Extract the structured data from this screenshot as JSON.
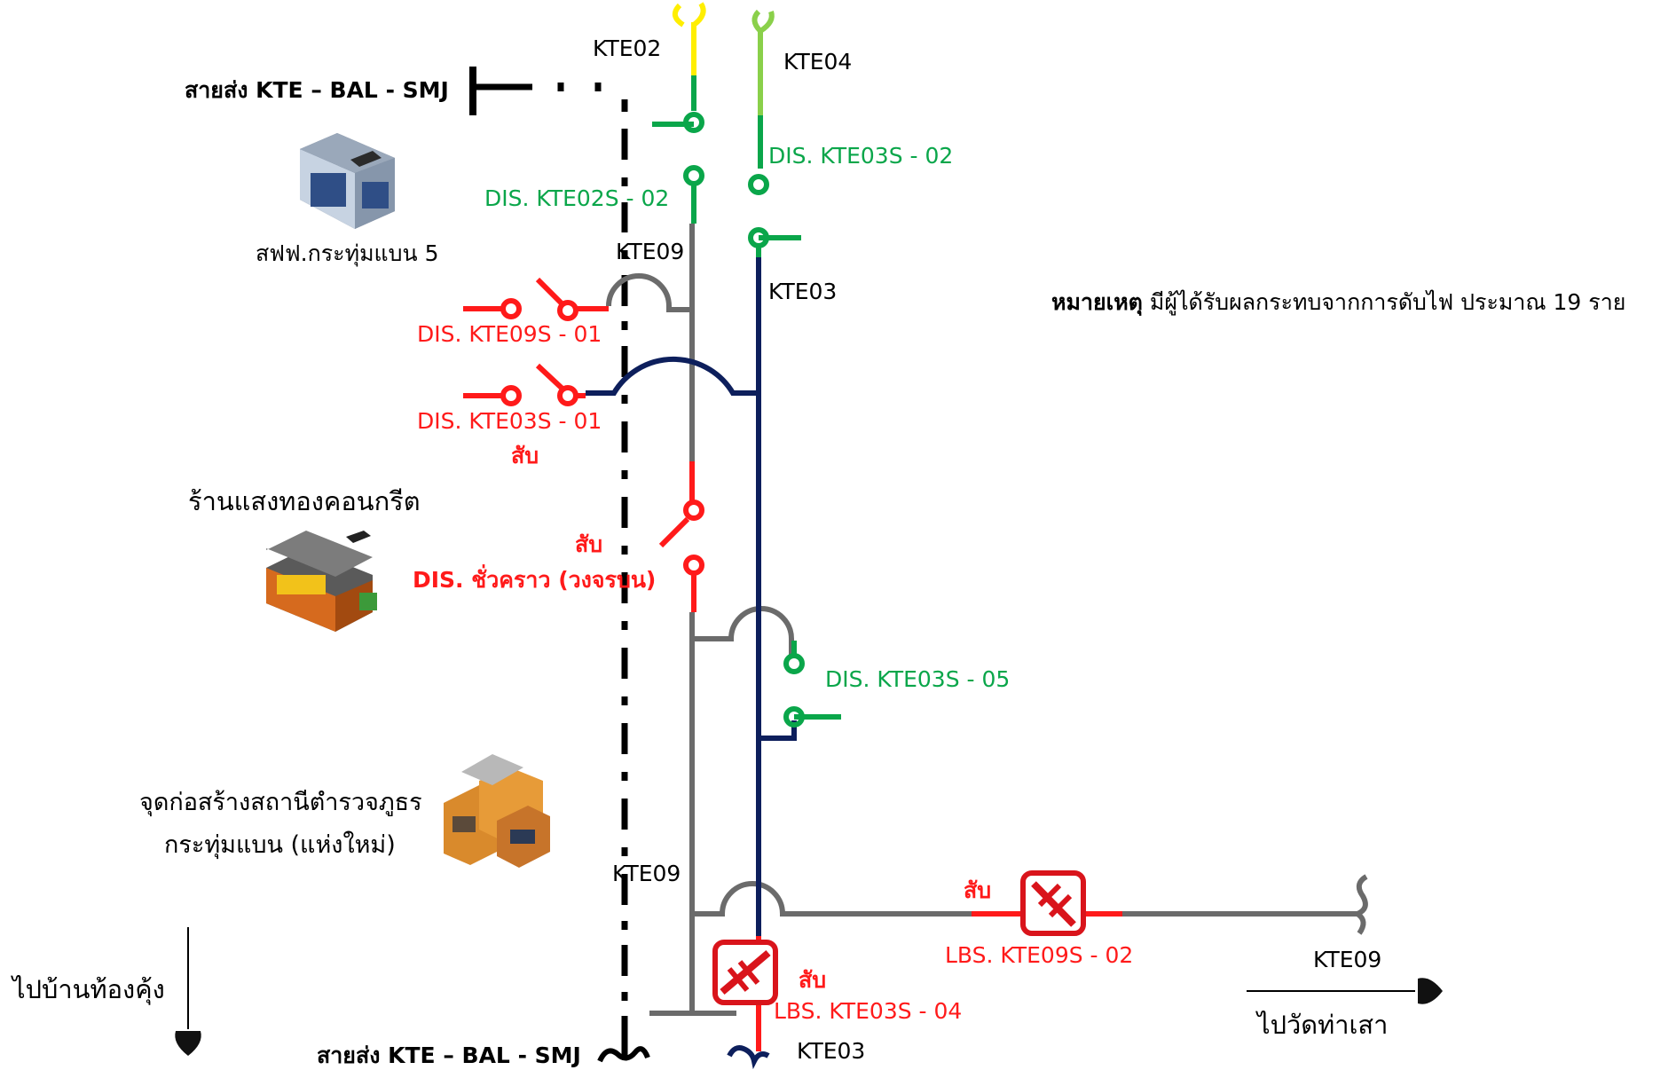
{
  "feeders": {
    "kte02": "KTE02",
    "kte04": "KTE04",
    "kte09_top": "KTE09",
    "kte03_top": "KTE03",
    "kte09_mid": "KTE09",
    "kte09_right": "KTE09",
    "kte03_bottom": "KTE03"
  },
  "transmission": {
    "top": "สายส่ง KTE – BAL - SMJ",
    "bottom": "สายส่ง KTE – BAL - SMJ"
  },
  "switches": {
    "dis_kte02s_02": "DIS. KTE02S - 02",
    "dis_kte03s_02": "DIS. KTE03S - 02",
    "dis_kte09s_01": "DIS. KTE09S - 01",
    "dis_kte03s_01": "DIS. KTE03S - 01",
    "dis_temp": "DIS. ชั่วคราว (วงจรบน)",
    "dis_kte03s_05": "DIS. KTE03S - 05",
    "lbs_kte09s_02": "LBS. KTE09S - 02",
    "lbs_kte03s_04": "LBS. KTE03S - 04"
  },
  "states": {
    "close_1": "สับ",
    "close_2": "สับ",
    "close_3": "สับ",
    "close_4": "สับ"
  },
  "places": {
    "pea_office": "สฟฟ.กระทุ่มแบน 5",
    "shop": "ร้านแสงทองคอนกรีต",
    "police_line1": "จุดก่อสร้างสถานีตำรวจภูธร",
    "police_line2": "กระทุ่มแบน (แห่งใหม่)",
    "to_left": "ไปบ้านท้องคุ้ง",
    "to_right": "ไปวัดท่าเสา"
  },
  "note": {
    "bold": "หมายเหตุ",
    "text": " มีผู้ได้รับผลกระทบจากการดับไฟ ประมาณ 19 ราย"
  },
  "colors": {
    "gray_line": "#6b6b6b",
    "navy_line": "#0d1f5c",
    "green": "#0aa64a",
    "red": "#ff1a1a",
    "yellow": "#ffee00",
    "light_green": "#8ad04a"
  }
}
